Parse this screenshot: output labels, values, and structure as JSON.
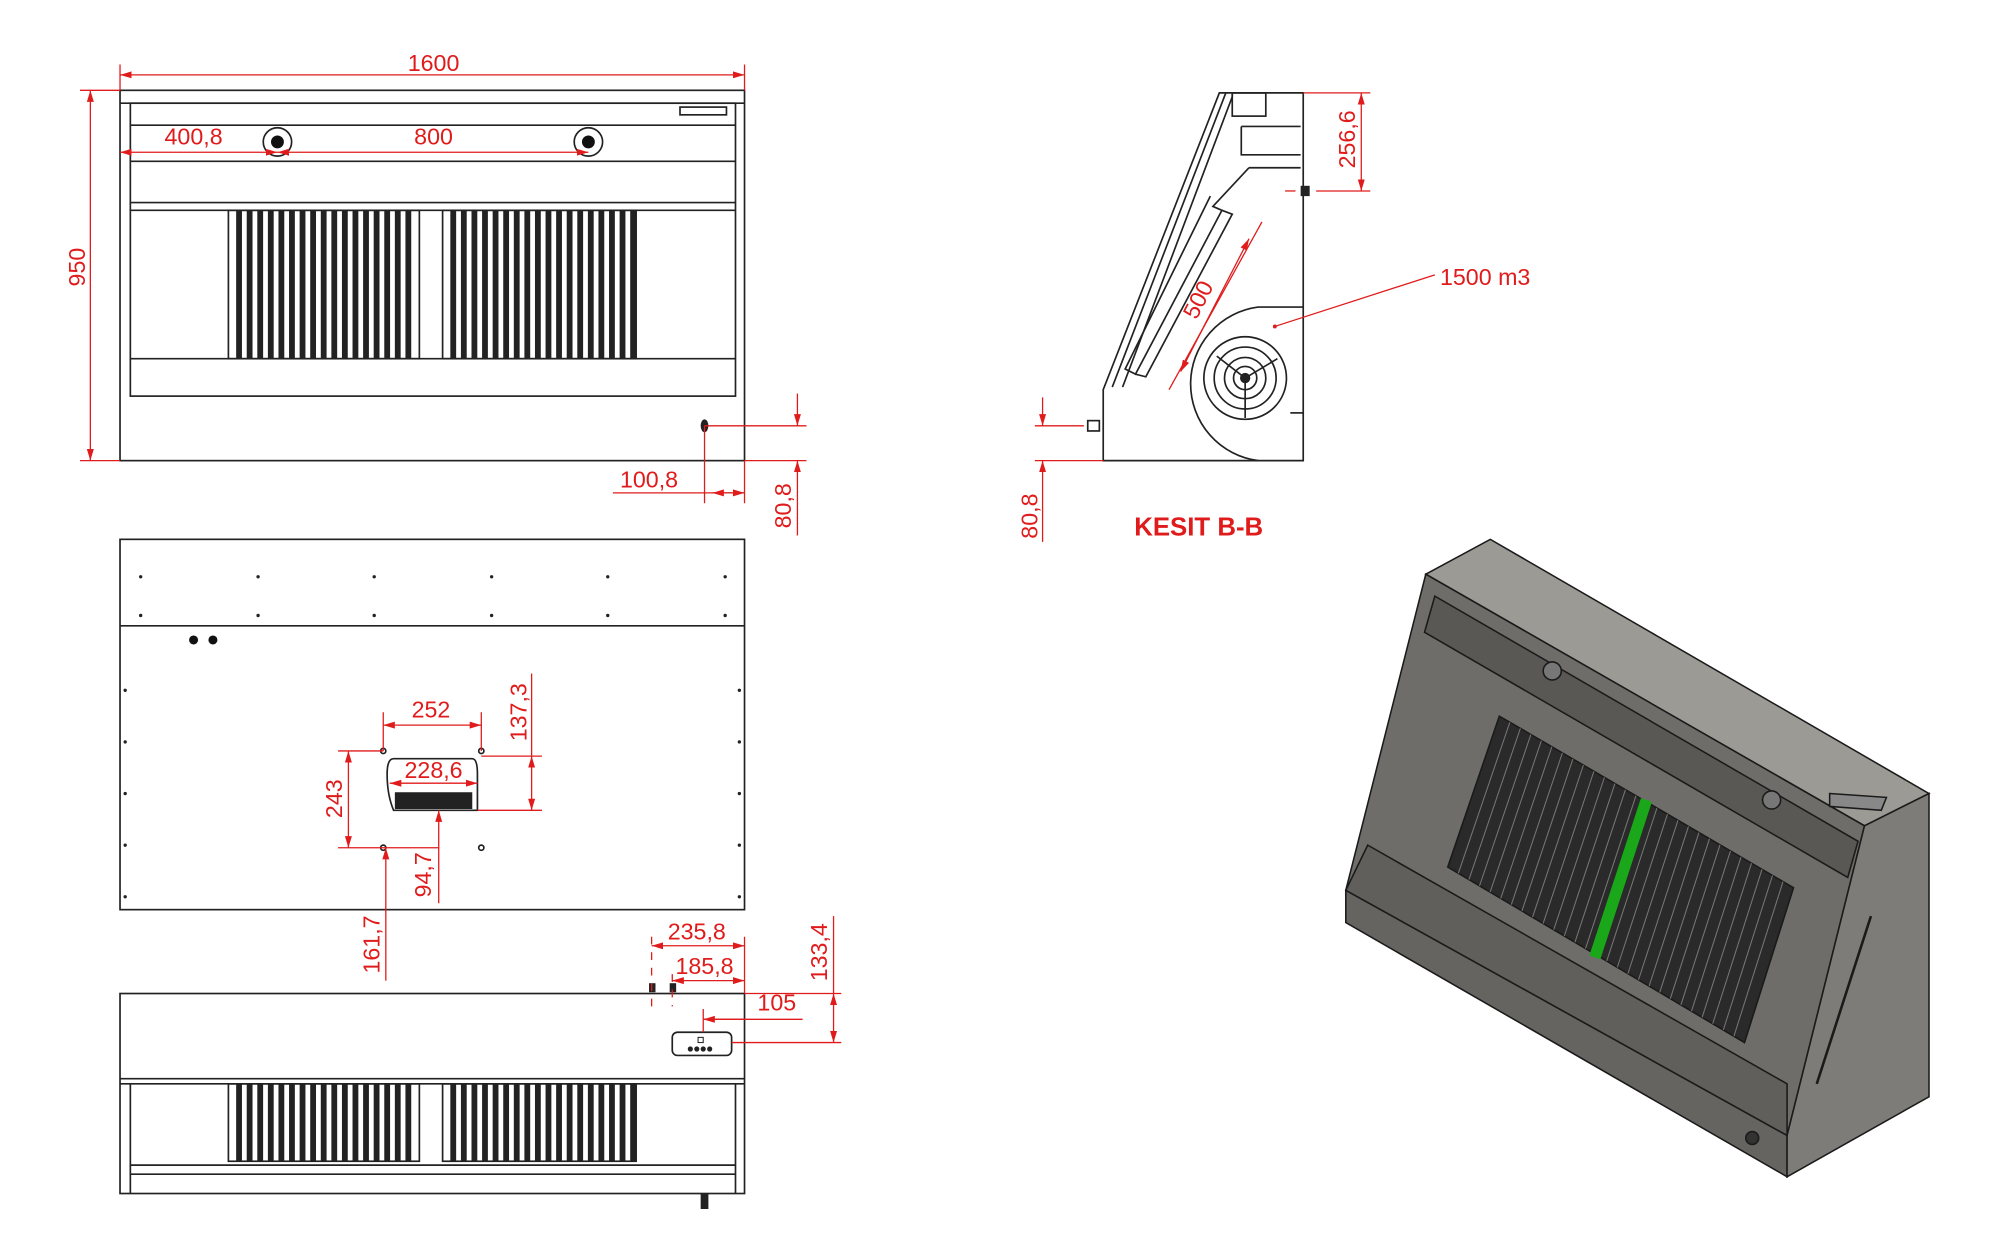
{
  "front_view": {
    "width_label": "1600",
    "height_label": "950",
    "left_offset_label": "400,8",
    "spacing_label": "800",
    "knob_offset_x_label": "100,8",
    "knob_offset_y_label": "80,8"
  },
  "top_view": {
    "hole_spacing_x_label": "252",
    "outlet_depth_label": "137,3",
    "outlet_width_label": "228,6",
    "hole_spacing_y_label": "243",
    "outlet_offset_label": "94,7",
    "hole_offset_label": "161,7"
  },
  "bottom_view": {
    "offset_a_label": "235,8",
    "offset_b_label": "185,8",
    "panel_offset_label": "105",
    "panel_height_label": "133,4"
  },
  "section_view": {
    "title": "KESIT B-B",
    "top_dim_label": "256,6",
    "filter_length_label": "500",
    "airflow_label": "1500 m3",
    "bottom_dim_label": "80,8"
  },
  "colors": {
    "dimension": "#e01b1b",
    "line": "#222222",
    "render_body": "#7a7874",
    "filter_highlight": "#1aa81a"
  }
}
